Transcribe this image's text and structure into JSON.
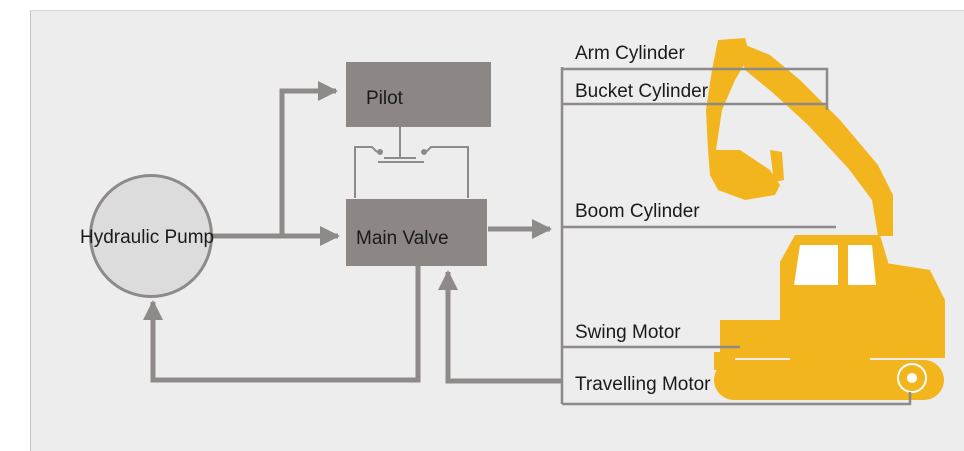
{
  "diagram": {
    "nodes": {
      "pump": "Hydraulic Pump",
      "pilot": "Pilot",
      "main_valve": "Main Valve"
    },
    "actuators": {
      "arm": "Arm Cylinder",
      "bucket": "Bucket Cylinder",
      "boom": "Boom Cylinder",
      "swing": "Swing Motor",
      "travel": "Travelling Motor"
    },
    "colors": {
      "background": "#ededed",
      "box": "#8c8685",
      "line": "#8e8a89",
      "pump_fill": "#dcdcdc",
      "excavator": "#f2b51d"
    },
    "illustration": "excavator-icon"
  }
}
